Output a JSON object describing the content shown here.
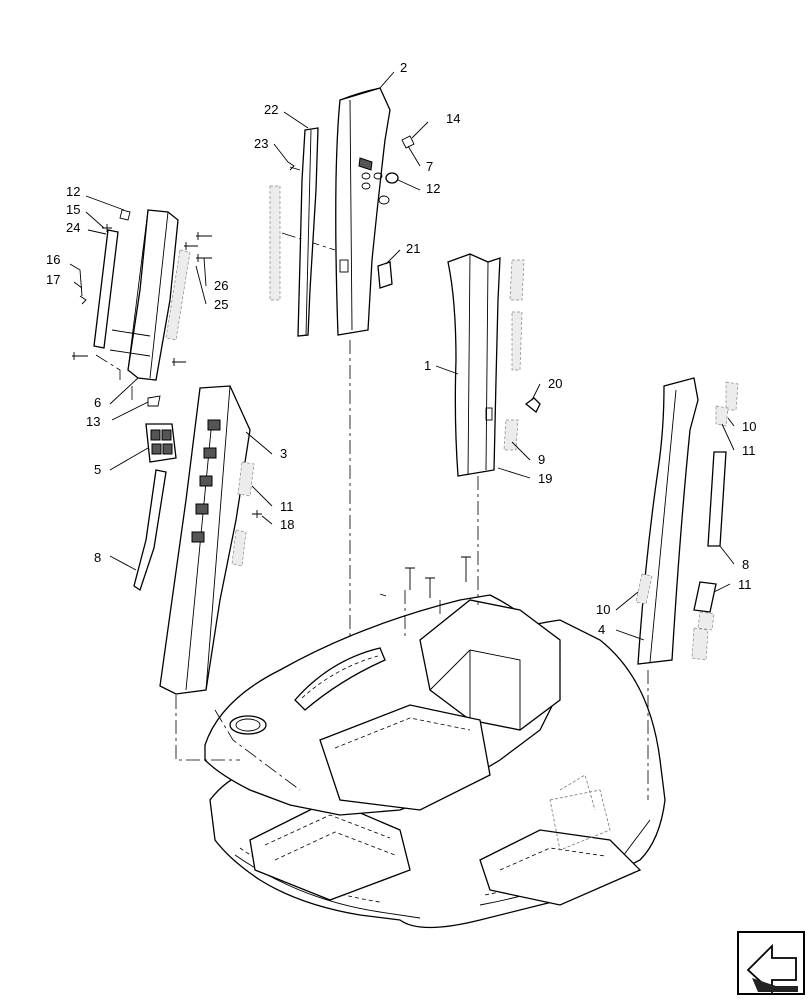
{
  "callouts": [
    "1",
    "2",
    "3",
    "4",
    "5",
    "6",
    "7",
    "8",
    "8",
    "9",
    "10",
    "10",
    "11",
    "11",
    "11",
    "12",
    "12",
    "13",
    "14",
    "15",
    "16",
    "17",
    "18",
    "19",
    "20",
    "21",
    "22",
    "23",
    "24",
    "25",
    "26"
  ],
  "nav_icon": "forward-arrow-icon",
  "colors": {
    "line": "#000000",
    "background": "#ffffff",
    "shading": "#d8d8d8"
  }
}
